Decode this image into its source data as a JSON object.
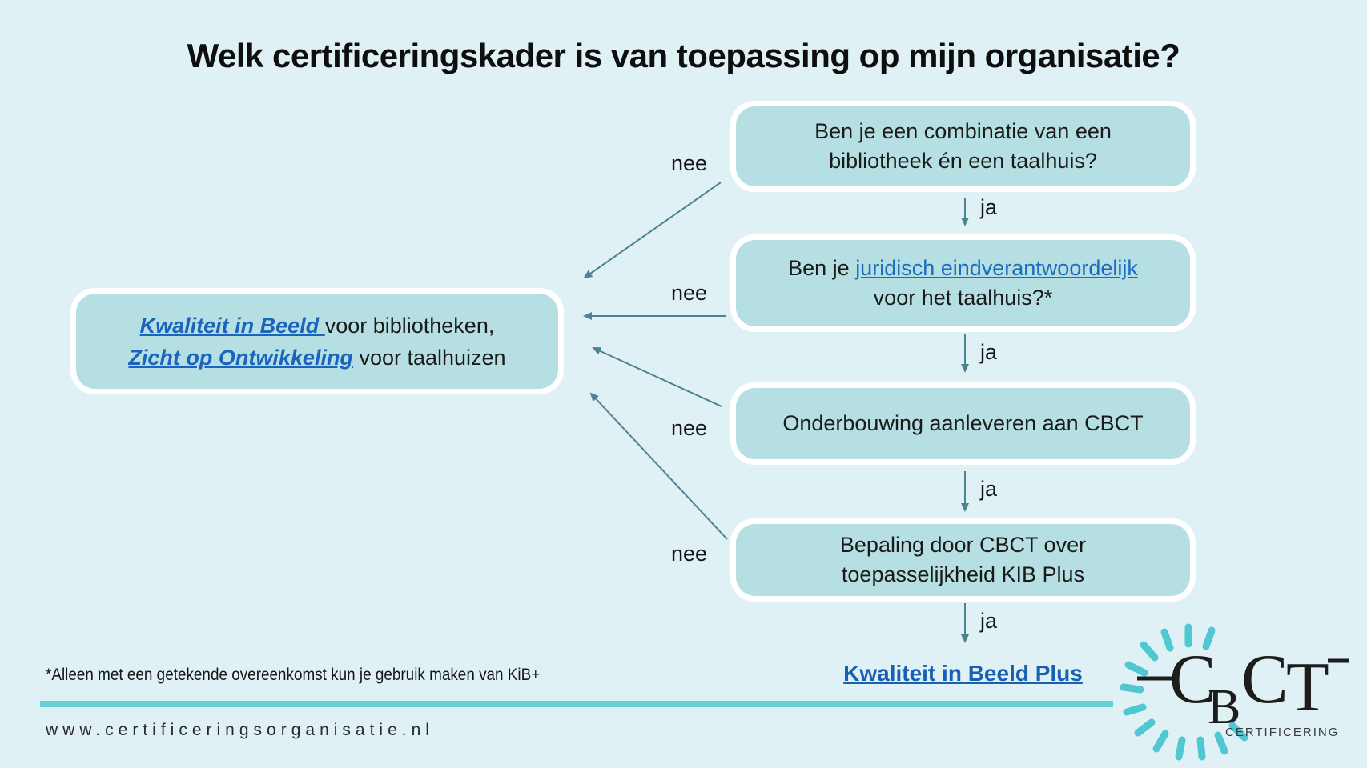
{
  "title": "Welk certificeringskader is van toepassing op mijn organisatie?",
  "flow": {
    "q1": {
      "line1": "Ben je een combinatie van een",
      "line2": "bibliotheek én een taalhuis?"
    },
    "q2": {
      "prefix": "Ben je ",
      "link": "juridisch eindverantwoordelijk",
      "line2": "voor het taalhuis?*"
    },
    "q3": {
      "text": "Onderbouwing aanleveren aan CBCT"
    },
    "q4": {
      "line1": "Bepaling door CBCT over",
      "line2": "toepasselijkheid KIB Plus"
    },
    "result_left": {
      "link1": "Kwaliteit in Beeld ",
      "text1": "voor bibliotheken,",
      "link2": "Zicht op Ontwikkeling",
      "text2": " voor taalhuizen"
    },
    "result_final": "Kwaliteit in Beeld Plus",
    "yes_label": "ja",
    "no_label": "nee"
  },
  "footnote": "*Alleen met een getekende overeenkomst kun je gebruik maken van KiB+",
  "website": "www.certificeringsorganisatie.nl",
  "logo": {
    "letters": [
      "C",
      "B",
      "C",
      "T"
    ],
    "subtitle": "CERTIFICERING"
  },
  "colors": {
    "background": "#dff1f4",
    "box_fill": "#b5dfe2",
    "box_border": "#ffffff",
    "link_blue": "#1a6cc0",
    "result_link_blue": "#1b64bd",
    "final_link_blue": "#1760b2",
    "arrow": "#4e8290",
    "divider_teal": "#62d2d8",
    "logo_teal": "#4fc8d4",
    "title_text": "#0e0e0e"
  }
}
